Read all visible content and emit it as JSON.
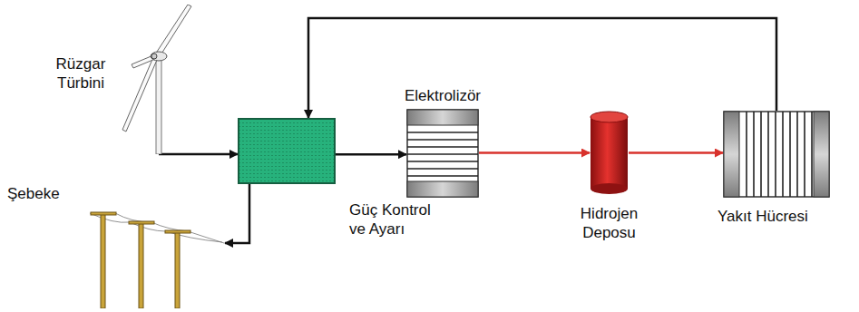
{
  "diagram": {
    "nodes": [
      {
        "text": [
          "Rüzgar Türbini"
        ]
      },
      {
        "text": [
          "Güç Kontrol ve Ayarı"
        ]
      },
      {
        "text": [
          "Elektrolizör"
        ]
      },
      {
        "text": [
          "Hidrojen Deposu"
        ]
      },
      {
        "text": [
          "Yakıt Hücresi"
        ]
      },
      {
        "text": [
          "Şebeke"
        ]
      }
    ],
    "edges": [
      {
        "from": 0,
        "to": 1,
        "arrow": "to"
      },
      {
        "from": 1,
        "to": 2,
        "arrow": "to"
      },
      {
        "from": 2,
        "to": 3,
        "arrow": "to"
      },
      {
        "from": 3,
        "to": 4,
        "arrow": "to"
      },
      {
        "from": 4,
        "to": 1,
        "arrow": "to"
      },
      {
        "from": 1,
        "to": 5,
        "arrow": "to"
      }
    ]
  }
}
